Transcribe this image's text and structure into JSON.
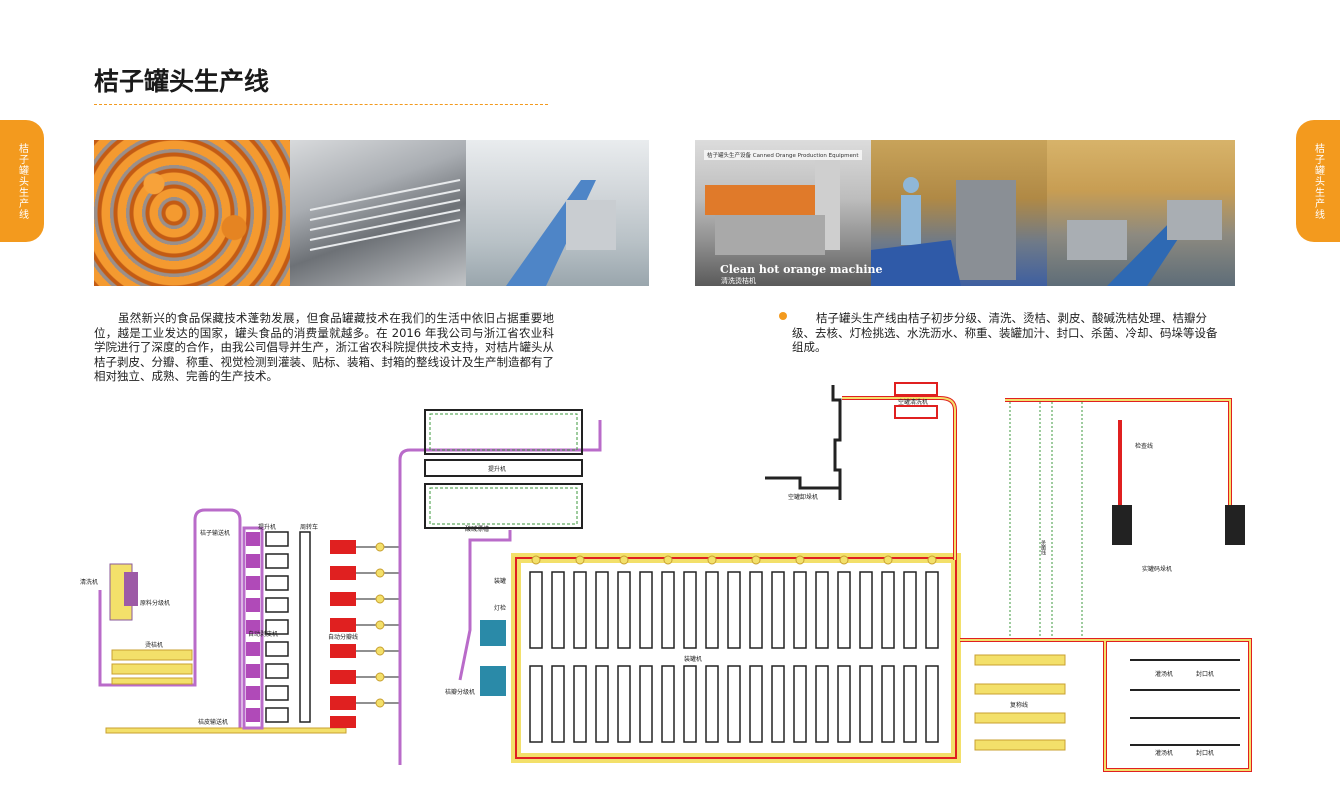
{
  "side_tab": {
    "left": "桔子罐头生产线",
    "right": "桔子罐头生产线"
  },
  "title": "桔子罐头生产线",
  "photos": {
    "caption_en": "Clean hot orange machine",
    "caption_cn": "清洗烫桔机",
    "tagline": "桔子罐头生产设备  Canned Orange Production Equipment"
  },
  "paragraph_left": "虽然新兴的食品保藏技术蓬勃发展，但食品罐藏技术在我们的生活中依旧占据重要地位，越是工业发达的国家，罐头食品的消费量就越多。在 2016 年我公司与浙江省农业科学院进行了深度的合作，由我公司倡导并生产，浙江省农科院提供技术支持，对桔片罐头从桔子剥皮、分瓣、称重、视觉检测到灌装、贴标、装箱、封箱的整线设计及生产制造都有了相对独立、成熟、完善的生产技术。",
  "paragraph_right": "桔子罐头生产线由桔子初步分级、清洗、烫桔、剥皮、酸碱洗桔处理、桔瓣分级、去核、灯检挑选、水洗沥水、称重、装罐加汁、封口、杀菌、冷却、码垛等设备组成。",
  "diagram_labels": {
    "wash": "清洗机",
    "grading": "原料分级机",
    "scald": "烫桔机",
    "orange_conveyor": "桔子输送机",
    "lift1": "提升机",
    "cart": "周转车",
    "auto_peel": "自动剥皮机",
    "auto_split": "自动分瓣线",
    "peel_conveyor": "桔皮输送机",
    "lift2": "提升机",
    "acid_tank": "酸碱漂槽",
    "fill": "装罐",
    "lamp": "灯检",
    "segment_grading": "桔瓣分级机",
    "canning": "装罐机",
    "empty_wash": "空罐清洗机",
    "empty_unload": "空罐卸垛机",
    "inspection": "检查线",
    "full_pallet": "实罐码垛机",
    "review": "复称线",
    "syrup1": "灌汤机",
    "seal1": "封口机",
    "syrup2": "灌汤机",
    "seal2": "封口机",
    "sterilize": "杀菌线"
  }
}
